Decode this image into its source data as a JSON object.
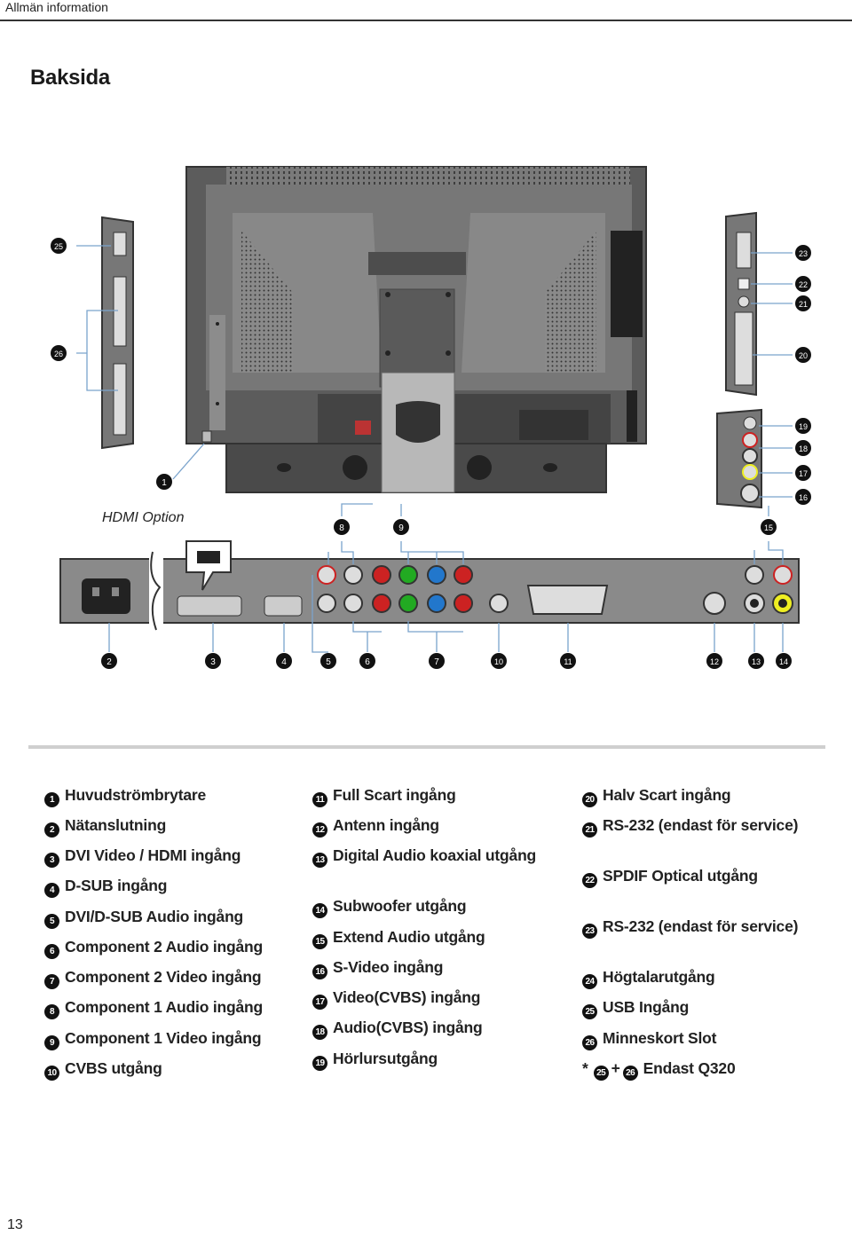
{
  "header": {
    "section": "Allmän information"
  },
  "page_title": "Baksida",
  "diagram": {
    "hdmi_label": "HDMI Option",
    "callouts": {
      "c1": "1",
      "c2": "2",
      "c3": "3",
      "c4": "4",
      "c5": "5",
      "c6": "6",
      "c7": "7",
      "c8": "8",
      "c9": "9",
      "c10": "10",
      "c11": "11",
      "c12": "12",
      "c13": "13",
      "c14": "14",
      "c15": "15",
      "c16": "16",
      "c17": "17",
      "c18": "18",
      "c19": "19",
      "c20": "20",
      "c21": "21",
      "c22": "22",
      "c23": "23",
      "c25": "25",
      "c26": "26"
    }
  },
  "legend": {
    "col1": [
      {
        "n": "1",
        "label": "Huvudströmbrytare"
      },
      {
        "n": "2",
        "label": "Nätanslutning"
      },
      {
        "n": "3",
        "label": "DVI Video / HDMI ingång"
      },
      {
        "n": "4",
        "label": "D-SUB ingång"
      },
      {
        "n": "5",
        "label": "DVI/D-SUB Audio ingång"
      },
      {
        "n": "6",
        "label": "Component 2 Audio ingång"
      },
      {
        "n": "7",
        "label": "Component 2 Video ingång"
      },
      {
        "n": "8",
        "label": "Component 1 Audio ingång"
      },
      {
        "n": "9",
        "label": "Component 1 Video ingång"
      },
      {
        "n": "10",
        "label": "CVBS utgång"
      }
    ],
    "col2": [
      {
        "n": "11",
        "label": "Full Scart ingång"
      },
      {
        "n": "12",
        "label": "Antenn ingång"
      },
      {
        "n": "13",
        "label": "Digital Audio koaxial utgång"
      },
      {
        "n": "14",
        "label": "Subwoofer utgång"
      },
      {
        "n": "15",
        "label": "Extend Audio utgång"
      },
      {
        "n": "16",
        "label": "S-Video ingång"
      },
      {
        "n": "17",
        "label": "Video(CVBS) ingång"
      },
      {
        "n": "18",
        "label": "Audio(CVBS) ingång"
      },
      {
        "n": "19",
        "label": "Hörlursutgång"
      }
    ],
    "col3": [
      {
        "n": "20",
        "label": "Halv Scart ingång"
      },
      {
        "n": "21",
        "label": "RS-232 (endast för service)"
      },
      {
        "n": "22",
        "label": "SPDIF Optical utgång"
      },
      {
        "n": "23",
        "label": "RS-232 (endast för service)"
      },
      {
        "n": "24",
        "label": "Högtalarutgång"
      },
      {
        "n": "25",
        "label": "USB Ingång"
      },
      {
        "n": "26",
        "label": "Minneskort Slot"
      }
    ],
    "footnote": {
      "star": "*",
      "a": "25",
      "plus": "+",
      "b": "26",
      "label": "Endast Q320"
    }
  },
  "page_number": "13"
}
